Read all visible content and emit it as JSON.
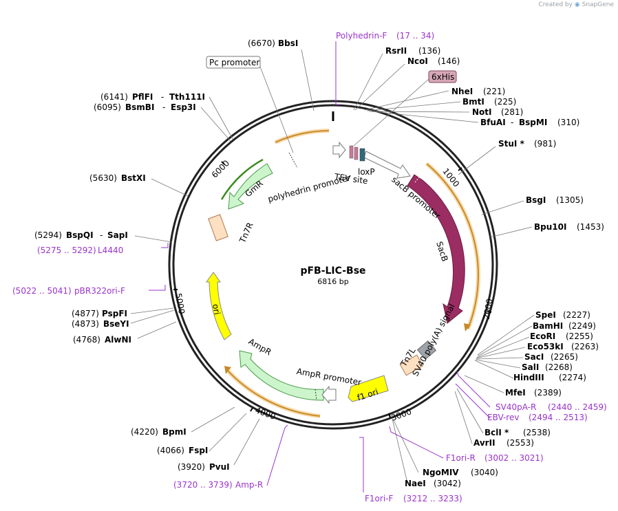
{
  "header": {
    "credit_prefix": "Created by",
    "credit_brand": "SnapGene"
  },
  "plasmid": {
    "name": "pFB-LIC-Bse",
    "length_label": "6816 bp",
    "total_bp": 6816
  },
  "ticks": [
    {
      "bp": 1000,
      "label": "1000"
    },
    {
      "bp": 2000,
      "label": "2000"
    },
    {
      "bp": 3000,
      "label": "3000"
    },
    {
      "bp": 4000,
      "label": "4000"
    },
    {
      "bp": 5000,
      "label": "5000"
    },
    {
      "bp": 6000,
      "label": "6000"
    }
  ],
  "sites": [
    {
      "name": "BbsI",
      "pos": "(6670)"
    },
    {
      "name": "RsrII",
      "pos": "(136)"
    },
    {
      "name": "NcoI",
      "pos": "(146)"
    },
    {
      "name": "NheI",
      "pos": "(221)"
    },
    {
      "name": "BmtI",
      "pos": "(225)"
    },
    {
      "name": "NotI",
      "pos": "(281)"
    },
    {
      "name": "BfuAI",
      "name2": "BspMI",
      "pos": "(310)"
    },
    {
      "name": "StuI *",
      "pos": "(981)"
    },
    {
      "name": "BsgI",
      "pos": "(1305)"
    },
    {
      "name": "Bpu10I",
      "pos": "(1453)"
    },
    {
      "name": "SpeI",
      "pos": "(2227)"
    },
    {
      "name": "BamHI",
      "pos": "(2249)"
    },
    {
      "name": "EcoRI",
      "pos": "(2255)"
    },
    {
      "name": "Eco53kI",
      "pos": "(2263)"
    },
    {
      "name": "SacI",
      "pos": "(2265)"
    },
    {
      "name": "SalI",
      "pos": "(2268)"
    },
    {
      "name": "HindIII",
      "pos": "(2274)"
    },
    {
      "name": "MfeI",
      "pos": "(2389)"
    },
    {
      "name": "BclI *",
      "pos": "(2538)"
    },
    {
      "name": "AvrII",
      "pos": "(2553)"
    },
    {
      "name": "NgoMIV",
      "pos": "(3040)"
    },
    {
      "name": "NaeI",
      "pos": "(3042)"
    },
    {
      "name": "PvuI",
      "pos": "(3920)"
    },
    {
      "name": "FspI",
      "pos": "(4066)"
    },
    {
      "name": "BpmI",
      "pos": "(4220)"
    },
    {
      "name": "AlwNI",
      "pos": "(4768)"
    },
    {
      "name": "BseYI",
      "pos": "(4873)"
    },
    {
      "name": "PspFI",
      "pos": "(4877)"
    },
    {
      "name": "BspQI",
      "name2": "SapI",
      "pos": "(5294)"
    },
    {
      "name": "BstXI",
      "pos": "(5630)"
    },
    {
      "name": "BsmBI",
      "name2": "Esp3I",
      "pos": "(6095)"
    },
    {
      "name": "PflFI",
      "name2": "Tth111I",
      "pos": "(6141)"
    }
  ],
  "primers": [
    {
      "name": "Polyhedrin-F",
      "range": "(17 .. 34)"
    },
    {
      "name": "L4440",
      "range": "(5275 .. 5292)"
    },
    {
      "name": "pBR322ori-F",
      "range": "(5022 .. 5041)"
    },
    {
      "name": "SV40pA-R",
      "range": "(2440 .. 2459)"
    },
    {
      "name": "EBV-rev",
      "range": "(2494 .. 2513)"
    },
    {
      "name": "F1ori-R",
      "range": "(3002 .. 3021)"
    },
    {
      "name": "F1ori-F",
      "range": "(3212 .. 3233)"
    },
    {
      "name": "Amp-R",
      "range": "(3720 .. 3739)"
    }
  ],
  "boxed_features": [
    {
      "label": "Pc promoter"
    },
    {
      "label": "6xHis"
    }
  ],
  "features": [
    {
      "label": "polyhedrin promoter"
    },
    {
      "label": "loxP"
    },
    {
      "label": "TEV site"
    },
    {
      "label": "sacB promoter"
    },
    {
      "label": "SacB"
    },
    {
      "label": "SV40 poly(A) signal"
    },
    {
      "label": "Tn7L"
    },
    {
      "label": "f1 ori"
    },
    {
      "label": "AmpR promoter"
    },
    {
      "label": "AmpR"
    },
    {
      "label": "ori"
    },
    {
      "label": "Tn7R"
    },
    {
      "label": "GmR"
    }
  ],
  "colors": {
    "sacB": "#9b2d62",
    "ampR": "#ccf5cc",
    "gmR": "#ccf5cc",
    "ori": "#ffff00",
    "f1ori": "#ffff00",
    "tn7": "#fde0c2",
    "sv40": "#9ea3aa",
    "orf": "#f0a030",
    "primer": "#9933cc",
    "his_box": "#d8a7b8",
    "loxP": "#2e6a7a",
    "tev": "#c77a9a"
  }
}
